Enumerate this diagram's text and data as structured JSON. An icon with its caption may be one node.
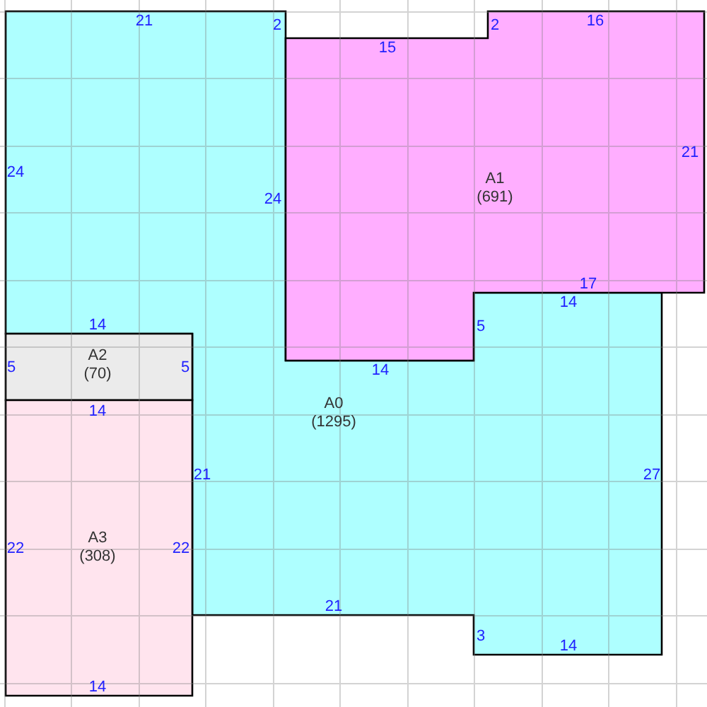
{
  "diagram": {
    "nodes": [
      {
        "text": [
          "A0",
          "(1295)"
        ]
      },
      {
        "text": [
          "A1",
          "(691)"
        ]
      },
      {
        "text": [
          "A2",
          "(70)"
        ]
      },
      {
        "text": [
          "A3",
          "(308)"
        ]
      }
    ],
    "labels": [
      "21",
      "2",
      "2",
      "16",
      "15",
      "21",
      "24",
      "24",
      "17",
      "14",
      "14",
      "5",
      "5",
      "5",
      "14",
      "14",
      "21",
      "27",
      "22",
      "22",
      "21",
      "3",
      "14",
      "14"
    ]
  }
}
